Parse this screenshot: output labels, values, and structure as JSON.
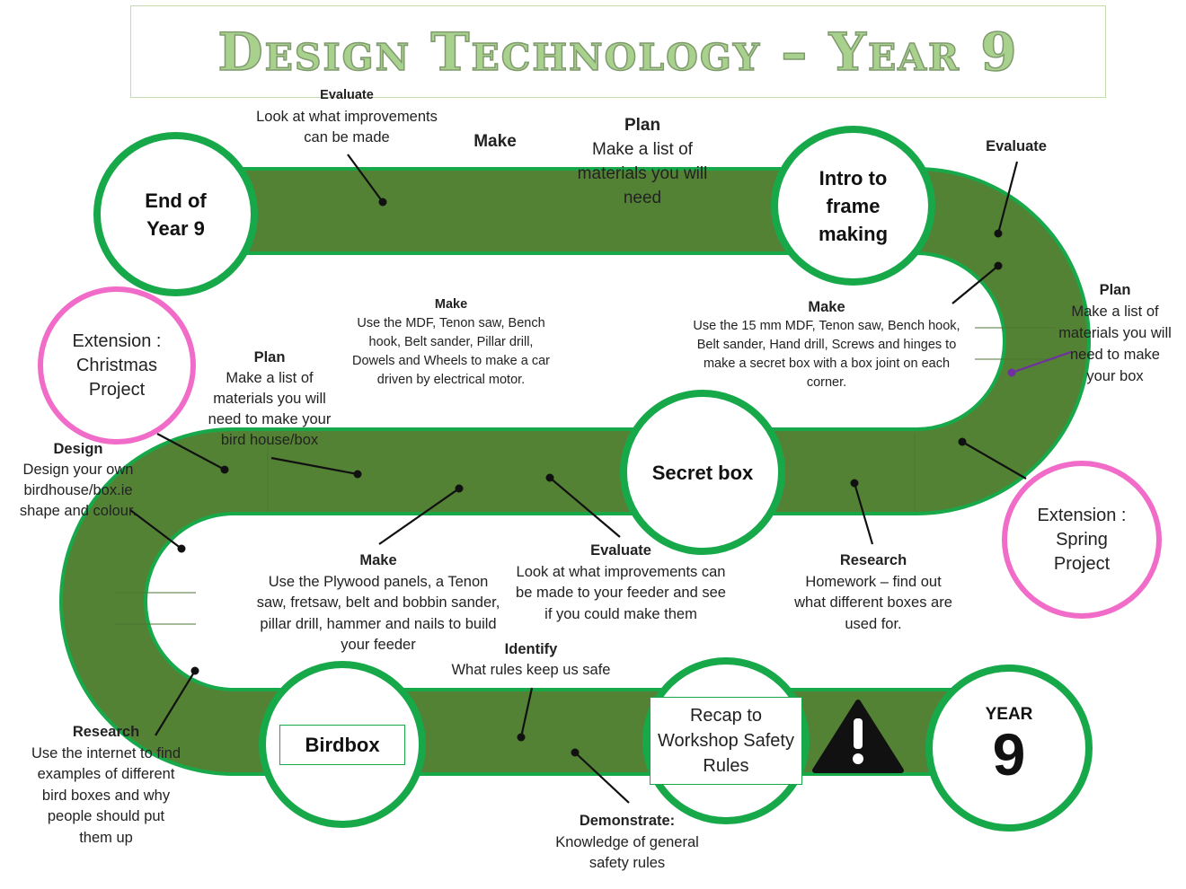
{
  "title": "Design Technology – Year 9",
  "stops": {
    "end": "End of Year 9",
    "intro": "Intro to frame making",
    "secret": "Secret box",
    "birdbox": "Birdbox",
    "recap": "Recap to Workshop Safety Rules",
    "year_word": "YEAR",
    "year_num": "9",
    "christmas": "Extension : Christmas Project",
    "spring": "Extension : Spring Project"
  },
  "labels": {
    "evaluate_top": {
      "heading": "Evaluate",
      "text": "Look at what improvements can be made"
    },
    "make_top": {
      "heading": "Make"
    },
    "plan_top": {
      "heading": "Plan",
      "text": "Make a list of materials you will need"
    },
    "evaluate_right": {
      "heading": "Evaluate"
    },
    "plan_right": {
      "heading": "Plan",
      "text": "Make a list of materials you will need to make your box"
    },
    "make_secret": {
      "heading": "Make",
      "text": "Use the 15 mm MDF, Tenon saw, Bench hook, Belt sander, Hand drill, Screws and hinges to make a secret box with a box joint on each corner."
    },
    "make_car": {
      "heading": "Make",
      "text": "Use the MDF, Tenon saw, Bench hook, Belt sander, Pillar drill, Dowels and Wheels to make a car driven by electrical motor."
    },
    "plan_bird": {
      "heading": "Plan",
      "text": "Make a list of materials you will need to make your bird house/box"
    },
    "design": {
      "heading": "Design",
      "text": "Design your own birdhouse/box.ie shape and colour."
    },
    "make_feeder": {
      "heading": "Make",
      "text": "Use the Plywood panels, a Tenon saw, fretsaw, belt and bobbin sander, pillar drill, hammer and nails to build your feeder"
    },
    "evaluate_feeder": {
      "heading": "Evaluate",
      "text": "Look at what improvements can be made to your feeder and see if you could make them"
    },
    "research_boxes": {
      "heading": "Research",
      "text": "Homework – find out what different boxes are used for."
    },
    "identify": {
      "heading": "Identify",
      "text": "What rules keep us safe"
    },
    "research_bird": {
      "heading": "Research",
      "text": "Use the internet to find examples of different bird boxes and why people should put them up"
    },
    "demonstrate": {
      "heading": "Demonstrate:",
      "text": "Knowledge of general safety rules"
    }
  },
  "colors": {
    "road": "#548235",
    "road_edge": "#17a84a",
    "stop_ring": "#17a84a",
    "extension_ring": "#f06cc8",
    "title": "#a9d18e",
    "warning": "#111111"
  },
  "icons": {
    "warning": "warning-triangle-icon"
  }
}
